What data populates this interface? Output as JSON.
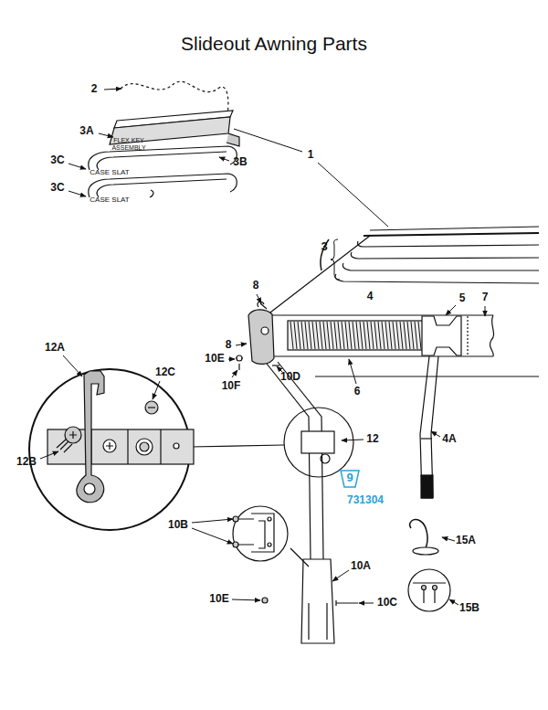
{
  "diagram": {
    "title": "Slideout Awning Parts",
    "nodes": [
      {
        "text": [
          "9"
        ]
      }
    ],
    "labels": [
      "1",
      "2",
      "3A",
      "FLEX KEY ASSEMBLY",
      "3B",
      "3C",
      "CASE SLAT",
      "3C",
      "CASE SLAT",
      "3",
      "4",
      "5",
      "7",
      "8",
      "8",
      "10E",
      "10F",
      "10D",
      "6",
      "12A",
      "12C",
      "12B",
      "12",
      "4A",
      "731304",
      "10B",
      "15A",
      "10A",
      "15B",
      "10E",
      "10C"
    ]
  }
}
